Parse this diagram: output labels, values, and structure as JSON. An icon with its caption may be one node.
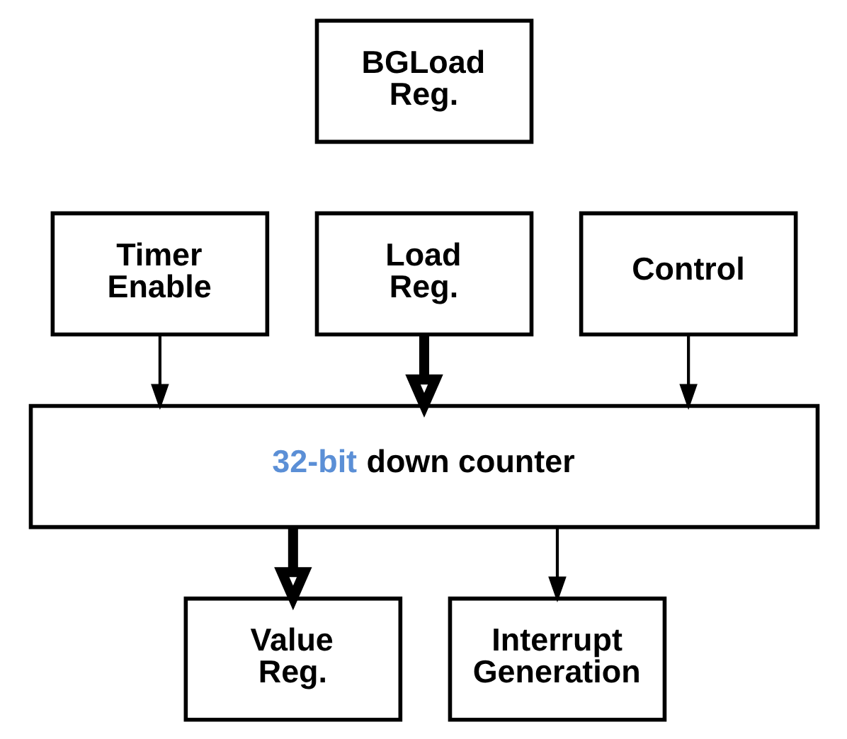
{
  "diagram": {
    "nodes": [
      {
        "text": [
          "BGLoad Reg."
        ]
      },
      {
        "text": [
          "Timer Enable"
        ]
      },
      {
        "text": [
          "Load Reg."
        ]
      },
      {
        "text": [
          "Control"
        ]
      },
      {
        "text": [
          "32-bit down counter"
        ]
      },
      {
        "text": [
          "Value Reg."
        ]
      },
      {
        "text": [
          "Interrupt Generation"
        ]
      }
    ],
    "edges": [
      {
        "from": 1,
        "to": 4,
        "arrow": "to"
      },
      {
        "from": 2,
        "to": 4,
        "arrow": "to",
        "style": "thick"
      },
      {
        "from": 3,
        "to": 4,
        "arrow": "to"
      },
      {
        "from": 4,
        "to": 5,
        "arrow": "to",
        "style": "thick"
      },
      {
        "from": 4,
        "to": 6,
        "arrow": "to"
      }
    ]
  }
}
